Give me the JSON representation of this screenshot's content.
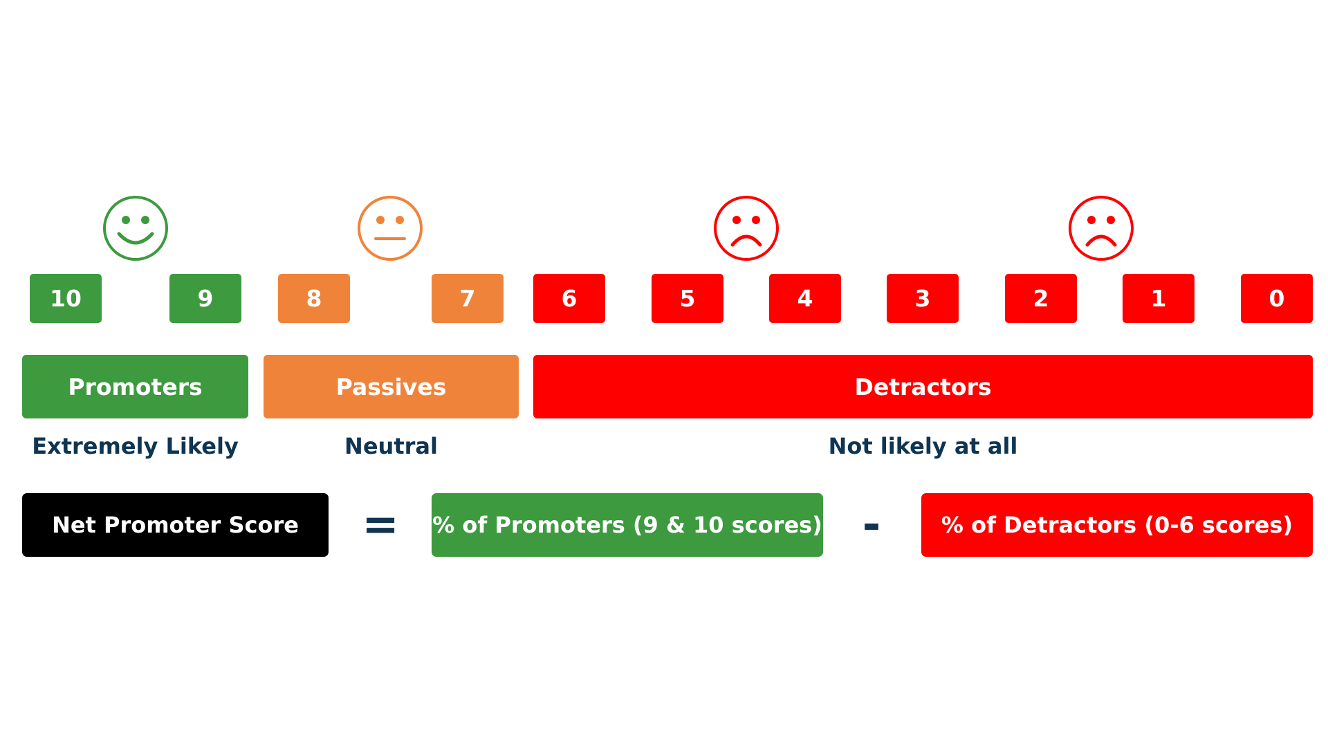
{
  "colors": {
    "promoter": "#3d9a3f",
    "passive": "#f0833a",
    "detractor": "#fe0000",
    "formula_dark": "#000000",
    "caption_text": "#0f3553"
  },
  "faces": [
    {
      "icon": "smiley-face-icon",
      "color": "#3d9a3f"
    },
    {
      "icon": "neutral-face-icon",
      "color": "#f0833a"
    },
    {
      "icon": "sad-face-icon",
      "color": "#fe0000"
    },
    {
      "icon": "sad-face-icon",
      "color": "#fe0000"
    }
  ],
  "scores": [
    {
      "label": "10",
      "group": "promoter"
    },
    {
      "label": "9",
      "group": "promoter"
    },
    {
      "label": "8",
      "group": "passive"
    },
    {
      "label": "7",
      "group": "passive"
    },
    {
      "label": "6",
      "group": "detractor"
    },
    {
      "label": "5",
      "group": "detractor"
    },
    {
      "label": "4",
      "group": "detractor"
    },
    {
      "label": "3",
      "group": "detractor"
    },
    {
      "label": "2",
      "group": "detractor"
    },
    {
      "label": "1",
      "group": "detractor"
    },
    {
      "label": "0",
      "group": "detractor"
    }
  ],
  "groups": {
    "promoters": {
      "label": "Promoters",
      "caption": "Extremely Likely"
    },
    "passives": {
      "label": "Passives",
      "caption": "Neutral"
    },
    "detractors": {
      "label": "Detractors",
      "caption": "Not likely at all"
    }
  },
  "formula": {
    "result": "Net Promoter Score",
    "equals": "=",
    "promoters_term": "% of Promoters (9 & 10 scores)",
    "minus": "-",
    "detractors_term": "% of Detractors (0-6 scores)"
  }
}
